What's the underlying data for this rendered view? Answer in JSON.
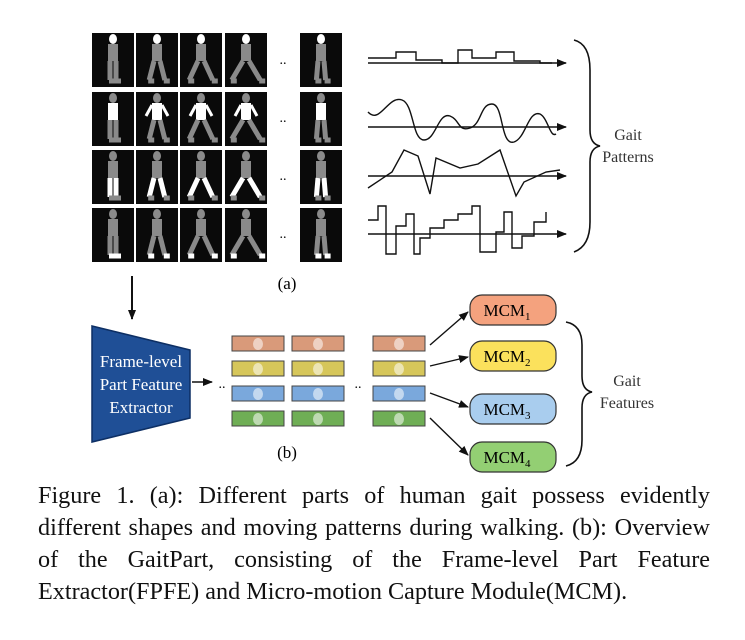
{
  "panel_a": {
    "label": "(a)",
    "ellipsis": "..",
    "rows": 4,
    "frames_per_row": 5,
    "side_label_line1": "Gait",
    "side_label_line2": "Patterns"
  },
  "panel_b": {
    "label": "(b)",
    "extractor_lines": [
      "Frame-level",
      "Part Feature",
      "Extractor"
    ],
    "ellipsis": "..",
    "modules": [
      "MCM",
      "MCM",
      "MCM",
      "MCM"
    ],
    "module_subscripts": [
      "1",
      "2",
      "3",
      "4"
    ],
    "side_label_line1": "Gait",
    "side_label_line2": "Features",
    "colors": {
      "extractor": "#1f4f96",
      "part1": "#d99a7a",
      "part2": "#d6c65a",
      "part3": "#7aa8dc",
      "part4": "#6fae55",
      "mcm1": "#f4a27e",
      "mcm2": "#fbe15c",
      "mcm3": "#a9cdee",
      "mcm4": "#93cf73"
    }
  },
  "caption": "Figure 1. (a): Different parts of human gait possess evidently different shapes and moving patterns during walking. (b): Overview of the GaitPart, consisting of the Frame-level Part Feature Extractor(FPFE) and Micro-motion Capture Module(MCM)."
}
